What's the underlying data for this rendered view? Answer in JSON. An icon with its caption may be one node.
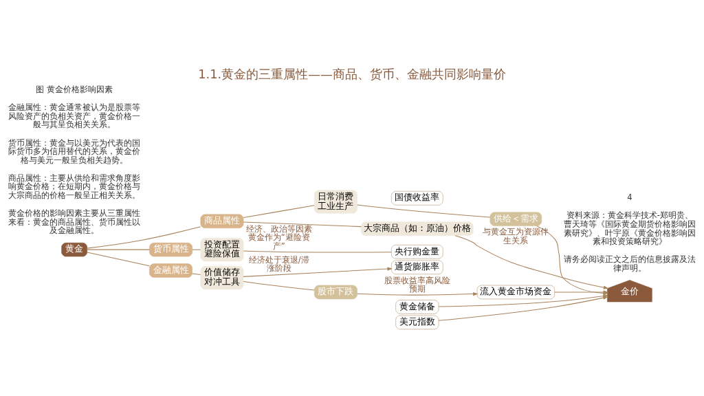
{
  "diagram": {
    "title": "1.1.黄金的三重属性——商品、货币、金融共同影响量价",
    "nodes": [
      {
        "text": [
          "黄金"
        ]
      },
      {
        "text": [
          "商品属性"
        ]
      },
      {
        "text": [
          "货币属性"
        ]
      },
      {
        "text": [
          "金融属性"
        ]
      },
      {
        "text": [
          "日常消费",
          "工业生产"
        ]
      },
      {
        "text": [
          "供给＜需求"
        ]
      },
      {
        "text": [
          "大宗商品（如：原油）价格"
        ]
      },
      {
        "text": [
          "投资配置",
          "避险保值"
        ]
      },
      {
        "text": [
          "央行购金量"
        ]
      },
      {
        "text": [
          "黄金储备"
        ]
      },
      {
        "text": [
          "价值储存",
          "对冲工具"
        ]
      },
      {
        "text": [
          "通货膨胀率"
        ]
      },
      {
        "text": [
          "国债收益率"
        ]
      },
      {
        "text": [
          "美元指数"
        ]
      },
      {
        "text": [
          "股市下跌"
        ]
      },
      {
        "text": [
          "流入黄金市场资金"
        ]
      },
      {
        "text": [
          "金价"
        ]
      }
    ],
    "edges": [
      {
        "from": 0,
        "to": 1,
        "arrow": "none"
      },
      {
        "from": 0,
        "to": 2,
        "arrow": "none"
      },
      {
        "from": 0,
        "to": 3,
        "arrow": "none"
      },
      {
        "from": 1,
        "to": 4,
        "arrow": "none"
      },
      {
        "from": 1,
        "to": 6,
        "arrow": "none"
      },
      {
        "from": 4,
        "to": 5,
        "arrow": "none"
      },
      {
        "from": 2,
        "to": 7,
        "arrow": "none"
      },
      {
        "from": 7,
        "to": 8,
        "label": "经济、政治等因素黄金作为“避险资产”",
        "arrow": "none"
      },
      {
        "from": 3,
        "to": 10,
        "arrow": "none"
      },
      {
        "from": 10,
        "to": 11,
        "label": "经济处于衰退/滞涨阶段",
        "arrow": "to"
      },
      {
        "from": 10,
        "to": 14,
        "arrow": "none"
      },
      {
        "from": 14,
        "to": 15,
        "label": "股票收益率高风险预期",
        "arrow": "to"
      },
      {
        "from": 5,
        "to": 16,
        "arrow": "to"
      },
      {
        "from": 6,
        "to": 16,
        "label": "与黄金互为资源伴生关系",
        "arrow": "to"
      },
      {
        "from": 9,
        "to": 16,
        "arrow": "to"
      },
      {
        "from": 13,
        "to": 16,
        "arrow": "to"
      },
      {
        "from": 15,
        "to": 16,
        "arrow": "to"
      }
    ],
    "labels": [
      "黄金价格的影响因素主要从三重属性来看：黄金的商品属性、货币属性以及金融属性。",
      "商品属性：主要从供给和需求角度影响黄金价格；在短期内，黄金价格与大宗商品的价格一般呈正相关关系。",
      "货币属性：黄金与以美元为代表的国际货币多为信用替代的关系，黄金价格与美元一般呈负相关趋势。",
      "金融属性：黄金通常被认为是股票等风险资产的负相关资产，黄金价格一般与其呈负相关关系。",
      "图 黄金价格影响因素",
      "请务必阅读正文之后的信息披露及法律声明。",
      "资料来源：黄金科学技术-郑明贵、曹天琦等《国际黄金期货价格影响因素研究》、叶宇原《黄金价格影响因素和投资策略研究》",
      "4"
    ]
  }
}
